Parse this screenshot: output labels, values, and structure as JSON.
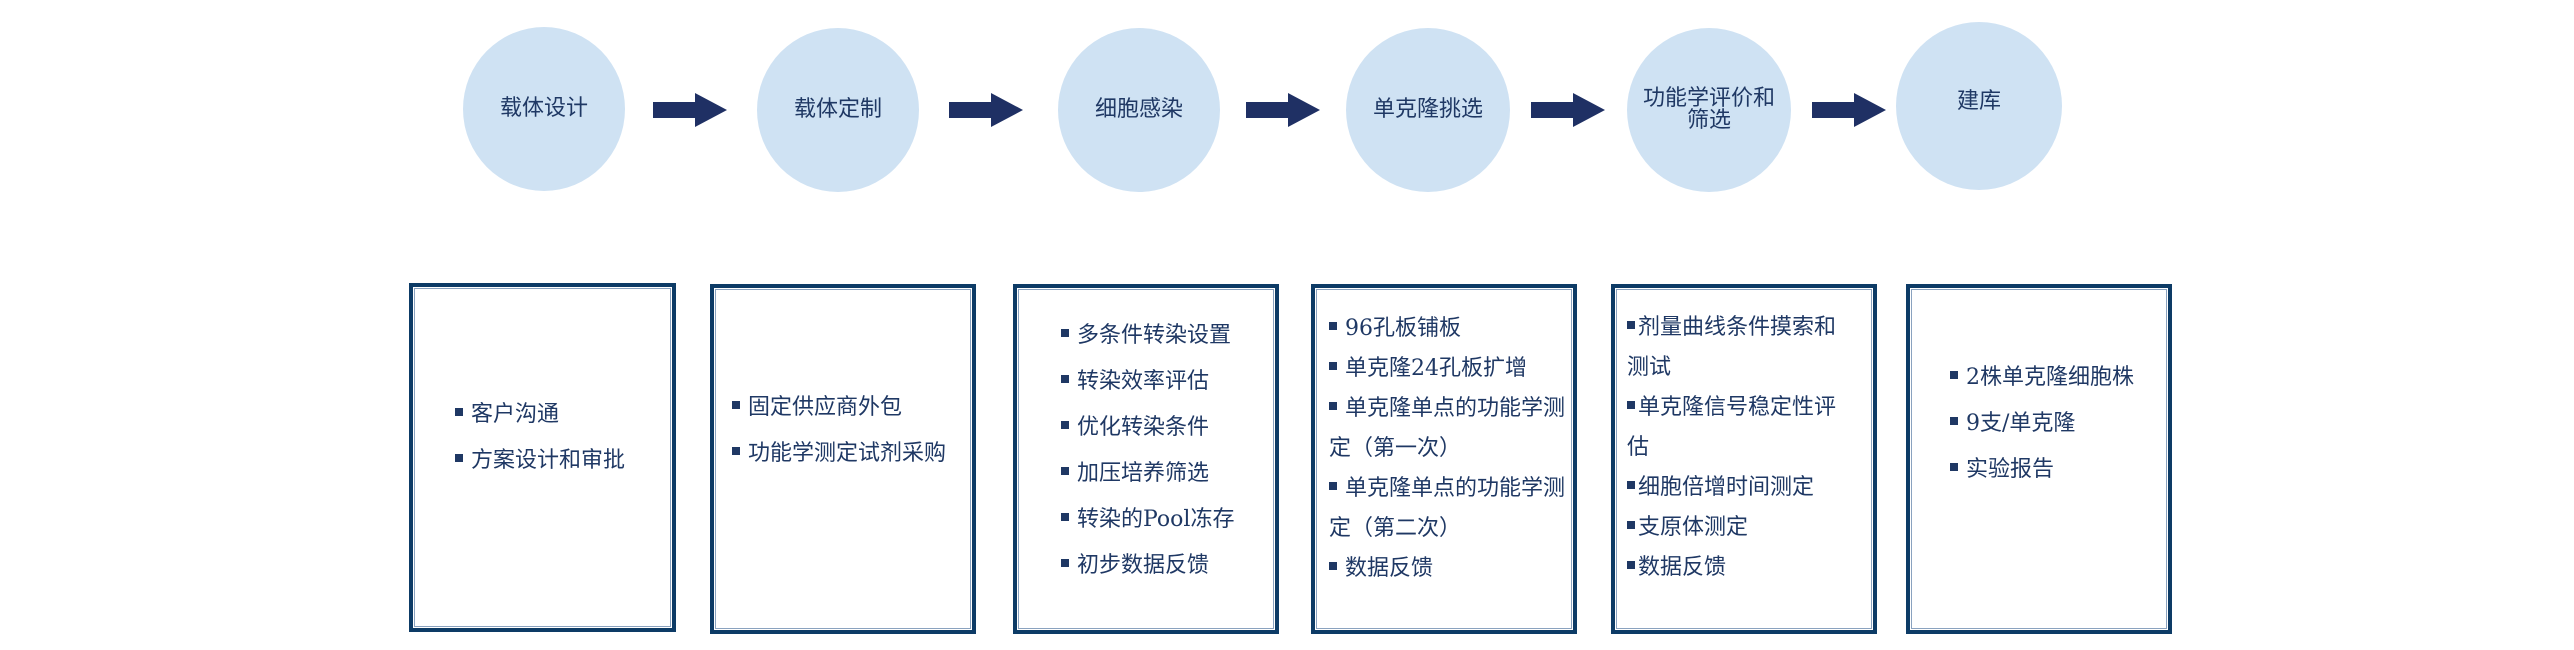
{
  "colors": {
    "circle_fill": "#cfe2f3",
    "arrow": "#1f3064",
    "box_border": "#0d3b66",
    "text": "#1f3864"
  },
  "steps": [
    {
      "label": "载体设计"
    },
    {
      "label": "载体定制"
    },
    {
      "label": "细胞感染"
    },
    {
      "label": "单克隆挑选"
    },
    {
      "label": "功能学评价和\n筛选"
    },
    {
      "label": "建库"
    }
  ],
  "arrow_icon": "right-arrow-icon",
  "bullet_icon": "square-bullet-icon",
  "details": [
    {
      "items": [
        "客户沟通",
        "方案设计和审批"
      ]
    },
    {
      "items": [
        "固定供应商外包",
        "功能学测定试剂采购"
      ]
    },
    {
      "items": [
        "多条件转染设置",
        "转染效率评估",
        "优化转染条件",
        "加压培养筛选",
        "转染的Pool冻存",
        "初步数据反馈"
      ]
    },
    {
      "items": [
        "96孔板铺板",
        "单克隆24孔板扩增",
        "单克隆单点的功能学测定（第一次）",
        "单克隆单点的功能学测定（第二次）",
        "数据反馈"
      ]
    },
    {
      "items": [
        "剂量曲线条件摸索和测试",
        "单克隆信号稳定性评估",
        "细胞倍增时间测定",
        "支原体测定",
        "数据反馈"
      ]
    },
    {
      "items": [
        "2株单克隆细胞株",
        "9支/单克隆",
        "实验报告"
      ]
    }
  ]
}
